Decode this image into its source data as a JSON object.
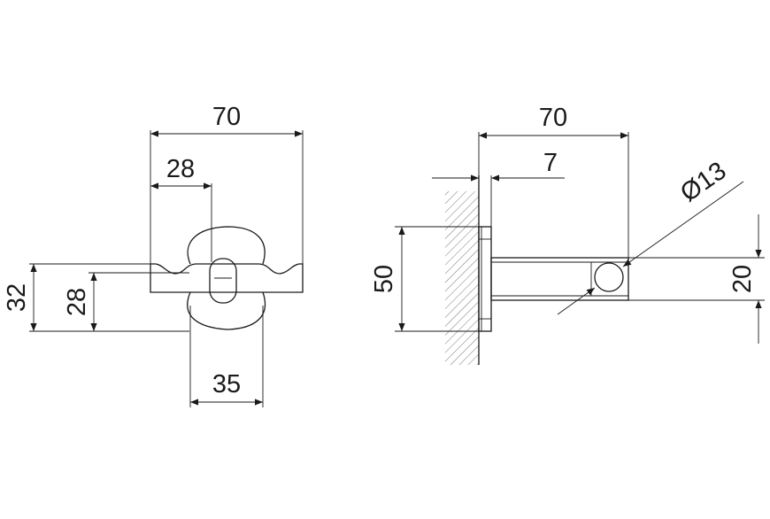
{
  "front_view": {
    "overall_width": "70",
    "offset_width": "28",
    "outer_height": "32",
    "inner_height": "28",
    "plate_width": "35"
  },
  "side_view": {
    "overall_depth": "70",
    "plate_thickness": "7",
    "plate_height": "50",
    "arm_diameter": "Ø13",
    "arm_height": "20"
  }
}
